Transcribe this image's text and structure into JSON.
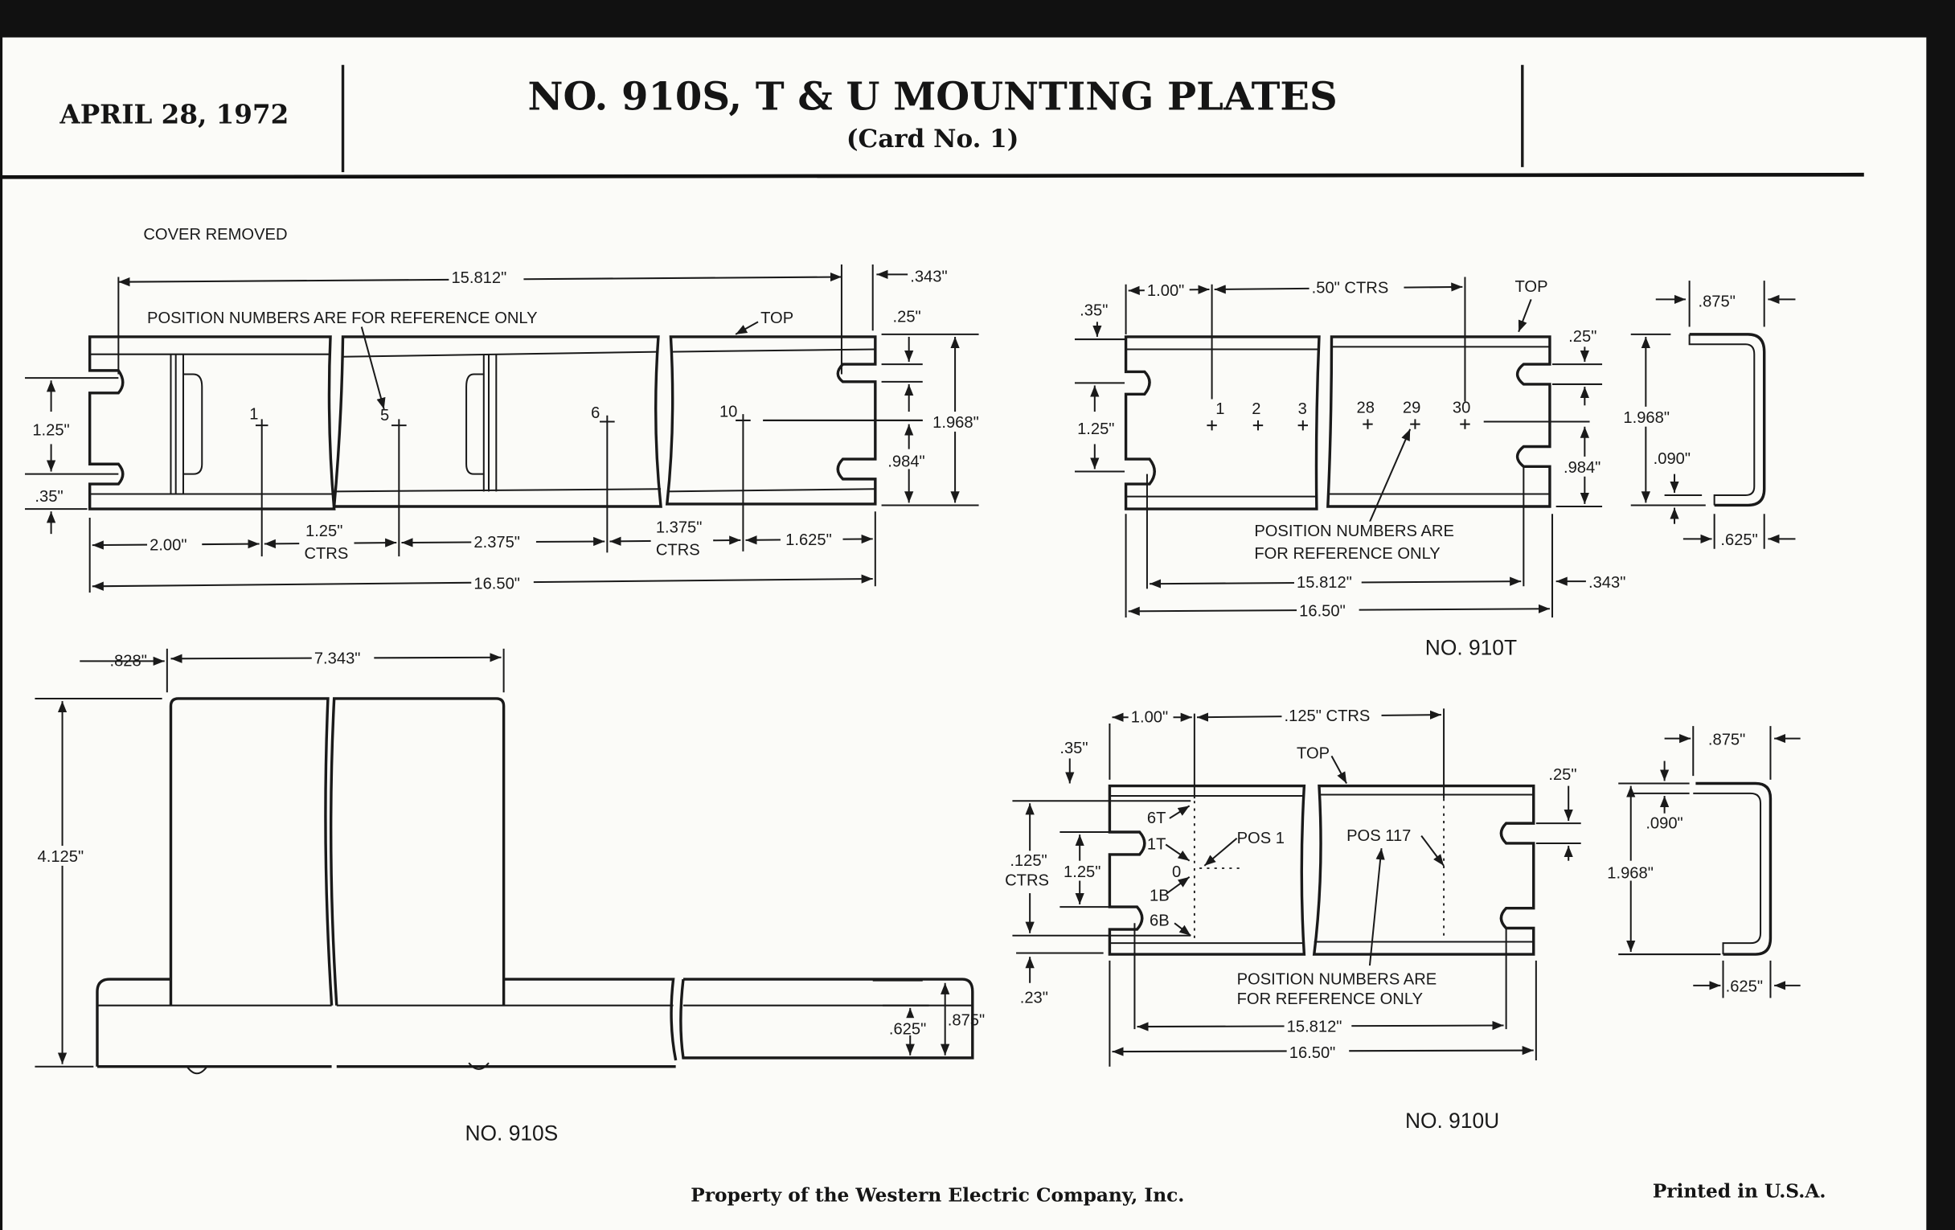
{
  "header": {
    "date": "APRIL 28, 1972",
    "title": "NO. 910S, T & U MOUNTING PLATES",
    "subtitle": "(Card No. 1)"
  },
  "s910": {
    "cover_note": "COVER REMOVED",
    "ref_note": "POSITION NUMBERS ARE FOR REFERENCE ONLY",
    "top": "TOP",
    "positions": [
      "1",
      "5",
      "6",
      "10"
    ],
    "dims": {
      "d15812": "15.812\"",
      "d343": ".343\"",
      "d25": ".25\"",
      "d1968": "1.968\"",
      "d984": ".984\"",
      "d125": "1.25\"",
      "d35": ".35\"",
      "d200": "2.00\"",
      "d125ctrs": "1.25\"",
      "ctrs1": "CTRS",
      "d2375": "2.375\"",
      "d1375": "1.375\"",
      "ctrs2": "CTRS",
      "d1625": "1.625\"",
      "d1650": "16.50\"",
      "d828": ".828\"",
      "d7343": "7.343\"",
      "d4125": "4.125\"",
      "d625": ".625\"",
      "d875": ".875\""
    },
    "caption": "NO. 910S"
  },
  "t910": {
    "positions": [
      "1",
      "2",
      "3",
      "28",
      "29",
      "30"
    ],
    "top": "TOP",
    "ref_note_1": "POSITION NUMBERS ARE",
    "ref_note_2": "FOR REFERENCE ONLY",
    "dims": {
      "d35": ".35\"",
      "d100": "1.00\"",
      "d50ctrs": ".50\" CTRS",
      "d25": ".25\"",
      "d1968": "1.968\"",
      "d984": ".984\"",
      "d090": ".090\"",
      "d875": ".875\"",
      "d625": ".625\"",
      "d125": "1.25\"",
      "d15812": "15.812\"",
      "d343": ".343\"",
      "d1650": "16.50\""
    },
    "caption": "NO. 910T"
  },
  "u910": {
    "top": "TOP",
    "markers": {
      "t6": "6T",
      "t1": "1T",
      "pos1": "POS 1",
      "zero": "0",
      "b1": "1B",
      "b6": "6B",
      "pos117": "POS 117"
    },
    "ref_note_1": "POSITION NUMBERS ARE",
    "ref_note_2": "FOR REFERENCE ONLY",
    "dims": {
      "d100": "1.00\"",
      "d125ctrs": ".125\" CTRS",
      "d35": ".35\"",
      "d25": ".25\"",
      "d125a": ".125\"",
      "ctrs": "CTRS",
      "d125": "1.25\"",
      "d23": ".23\"",
      "d15812": "15.812\"",
      "d1650": "16.50\"",
      "d875": ".875\"",
      "d090": ".090\"",
      "d1968": "1.968\"",
      "d625": ".625\""
    },
    "caption": "NO. 910U"
  },
  "footer": {
    "property": "Property of the Western Electric Company, Inc.",
    "printed": "Printed in U.S.A."
  }
}
